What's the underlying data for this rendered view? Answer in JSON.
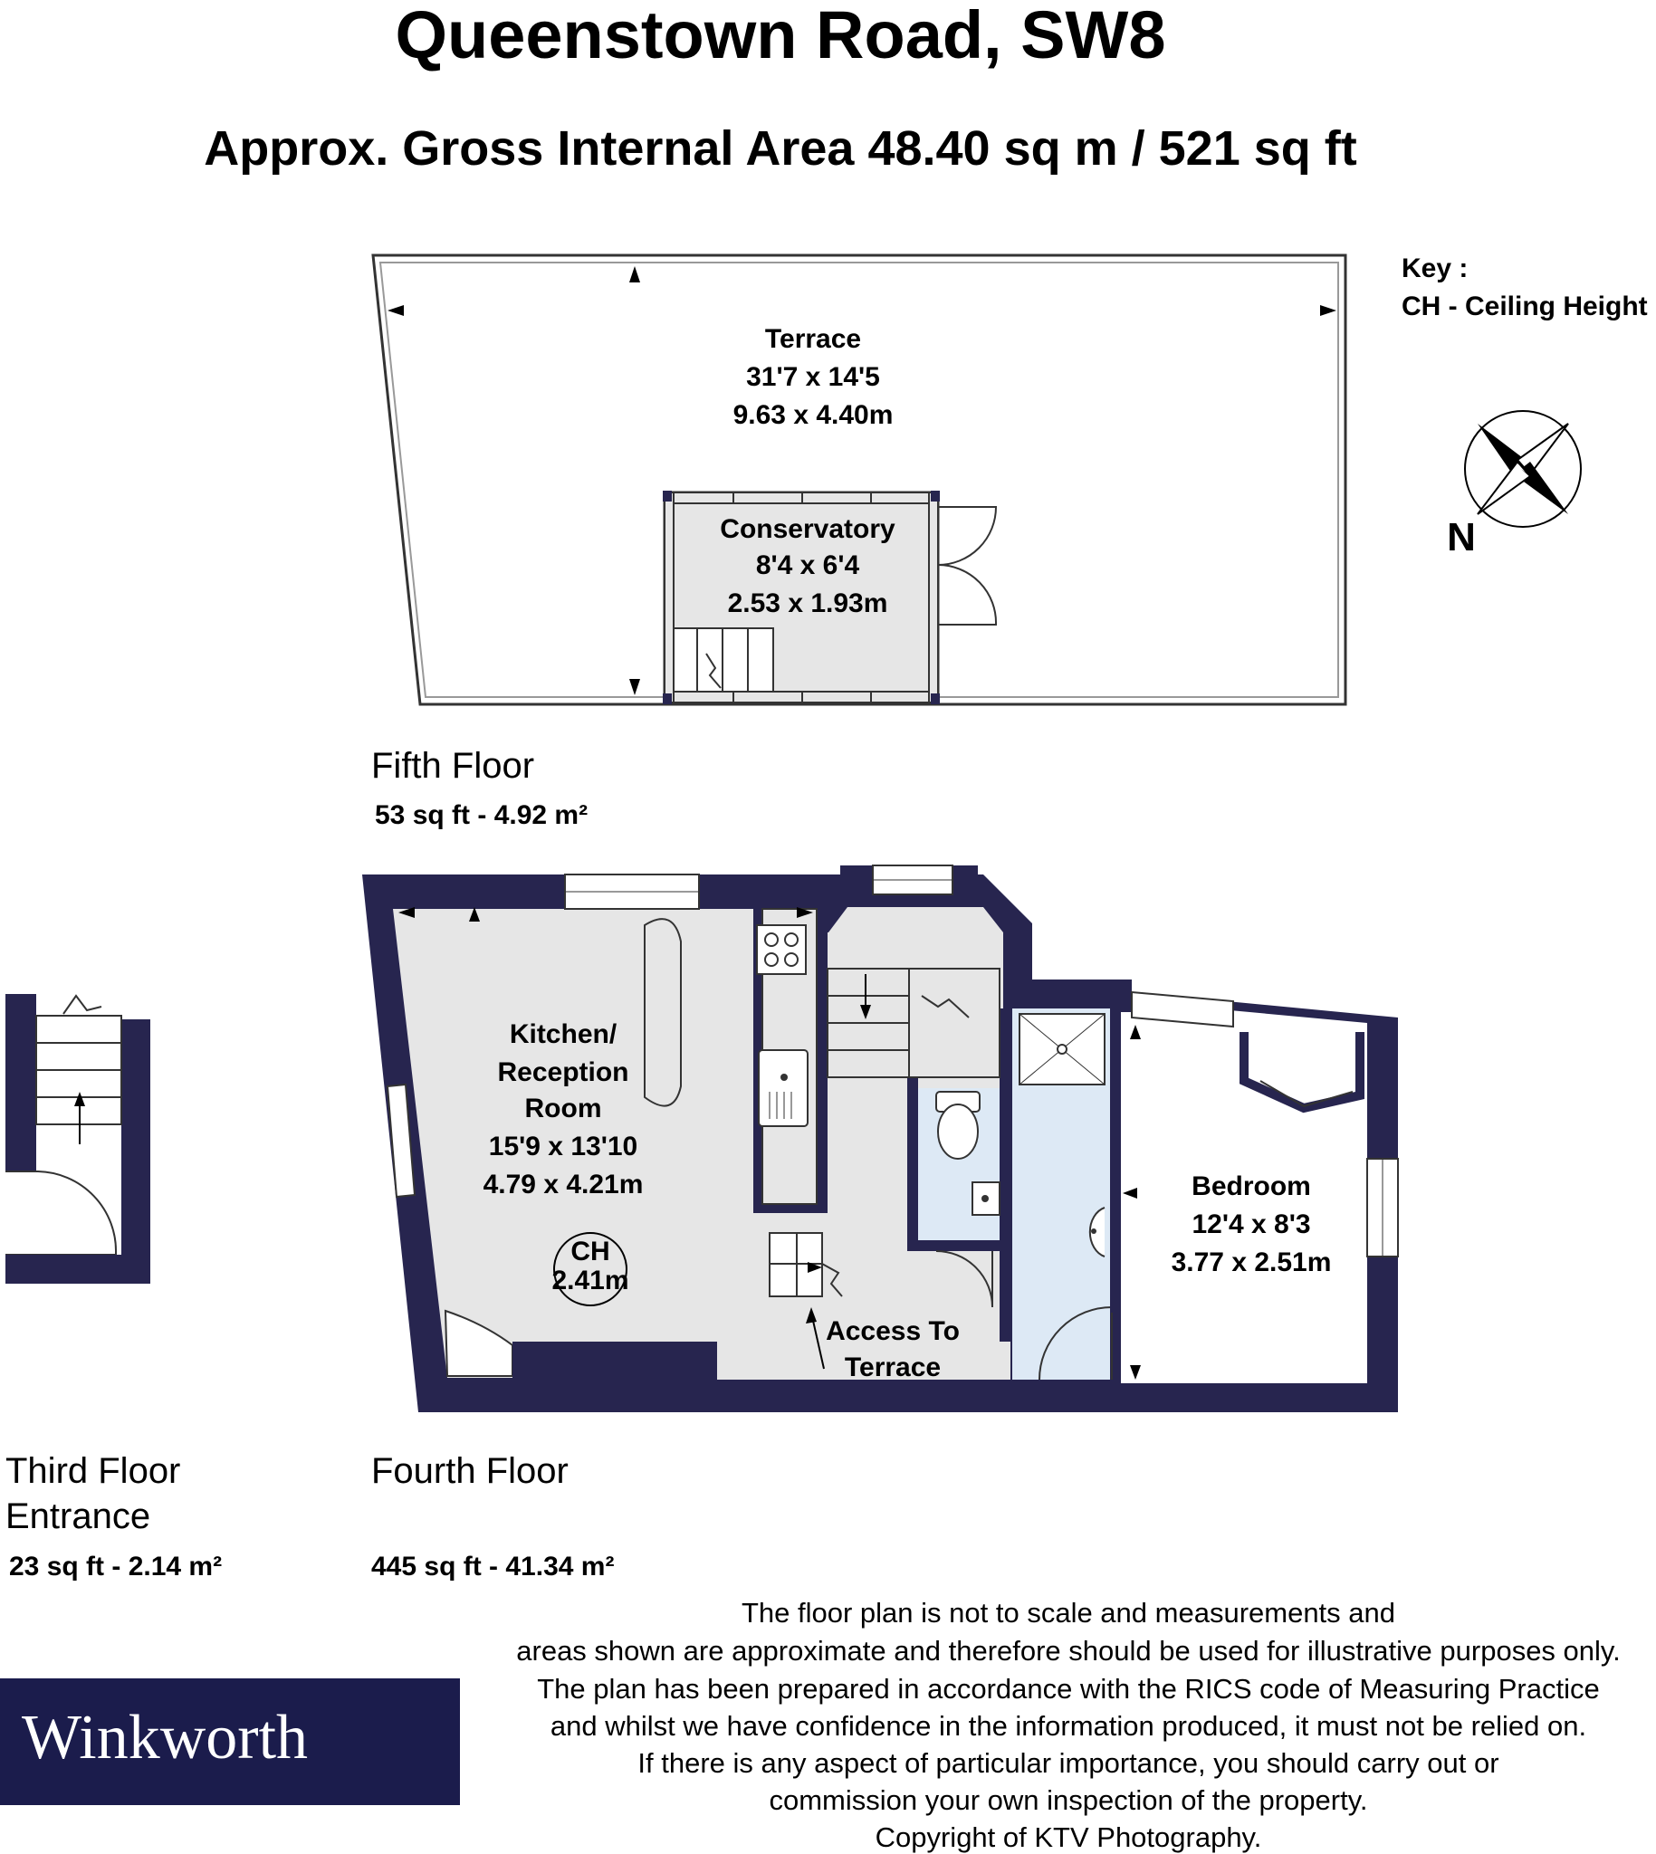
{
  "header": {
    "title": "Queenstown Road, SW8",
    "subtitle": "Approx. Gross Internal Area 48.40 sq m / 521 sq ft"
  },
  "key": {
    "heading": "Key :",
    "entry": "CH - Ceiling Height"
  },
  "compass": {
    "north_label": "N"
  },
  "floors": {
    "fifth": {
      "name": "Fifth Floor",
      "area": "53 sq ft  - 4.92 m²",
      "rooms": {
        "terrace": {
          "name": "Terrace",
          "imperial": "31'7 x 14'5",
          "metric": "9.63 x 4.40m"
        },
        "conservatory": {
          "name": "Conservatory",
          "imperial": "8'4 x 6'4",
          "metric": "2.53 x 1.93m"
        }
      }
    },
    "fourth": {
      "name": "Fourth Floor",
      "area": "445 sq ft  - 41.34 m²",
      "rooms": {
        "kitchen": {
          "line1": "Kitchen/",
          "line2": "Reception",
          "line3": "Room",
          "imperial": "15'9 x 13'10",
          "metric": "4.79 x 4.21m"
        },
        "bedroom": {
          "name": "Bedroom",
          "imperial": "12'4 x 8'3",
          "metric": "3.77 x 2.51m"
        },
        "ceiling": {
          "label": "CH",
          "value": "2.41m"
        },
        "access": {
          "line1": "Access To",
          "line2": "Terrace"
        }
      }
    },
    "third": {
      "name_line1": "Third Floor",
      "name_line2": "Entrance",
      "area": "23 sq ft  - 2.14 m²"
    }
  },
  "disclaimer": [
    "The floor plan is not to scale and measurements and",
    "areas shown are approximate and therefore should be used for illustrative purposes only.",
    "The plan has been prepared in accordance with the RICS code of Measuring Practice",
    "and whilst we have confidence in the information produced, it must not be relied on.",
    "If there is any aspect of particular importance, you should carry out or",
    "commission your own inspection of the property.",
    "Copyright of KTV Photography."
  ],
  "brand": {
    "name": "Winkworth"
  },
  "colors": {
    "wall": "#27254f",
    "floor": "#e6e6e6",
    "wet_room": "#dde9f5",
    "brand_bg": "#1b1c4c"
  }
}
